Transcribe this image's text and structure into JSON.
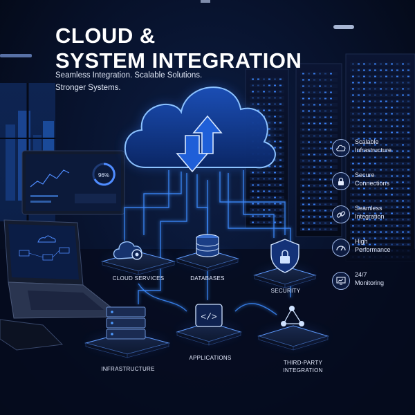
{
  "title": {
    "line1": "CLOUD &",
    "line2": "SYSTEM INTEGRATION"
  },
  "subtitle": {
    "line1": "Seamless Integration. Scalable Solutions.",
    "line2": "Stronger Systems."
  },
  "monitor": {
    "gauge_value": "96%"
  },
  "nodes": {
    "cloud_services": "CLOUD SERVICES",
    "databases": "DATABASES",
    "security": "SECURITY",
    "infrastructure": "INFRASTRUCTURE",
    "applications": "APPLICATIONS",
    "third_party_line1": "THIRD-PARTY",
    "third_party_line2": "INTEGRATION"
  },
  "features": [
    {
      "line1": "Scalable",
      "line2": "Infrastructure",
      "icon": "cloud-icon"
    },
    {
      "line1": "Secure",
      "line2": "Connections",
      "icon": "lock-icon"
    },
    {
      "line1": "Seamless",
      "line2": "Integration",
      "icon": "link-icon"
    },
    {
      "line1": "High",
      "line2": "Performance",
      "icon": "speedometer-icon"
    },
    {
      "line1": "24/7",
      "line2": "Monitoring",
      "icon": "monitor-chart-icon"
    }
  ],
  "colors": {
    "accent": "#2f7bff",
    "glow": "#3d8cff",
    "background": "#07112a"
  }
}
